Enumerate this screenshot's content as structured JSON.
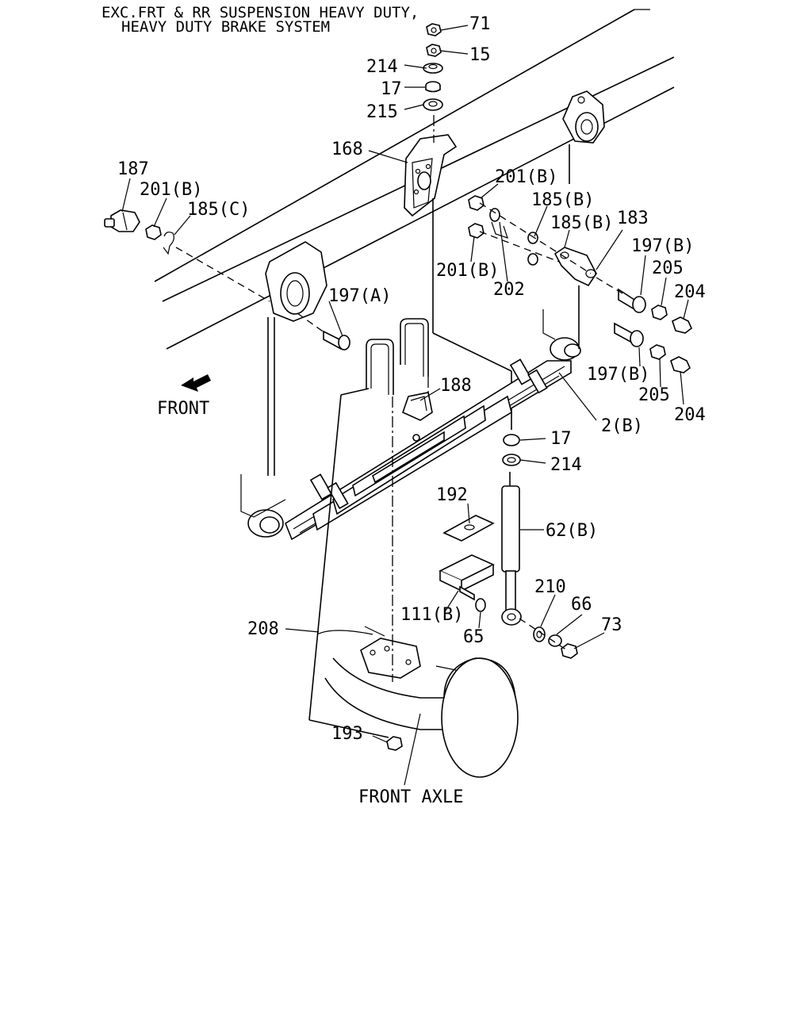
{
  "header": {
    "line1": "EXC.FRT & RR SUSPENSION HEAVY DUTY,",
    "line2": "HEAVY DUTY BRAKE SYSTEM"
  },
  "notes": {
    "front": "FRONT",
    "front_axle": "FRONT AXLE"
  },
  "callouts": [
    "71",
    "15",
    "214",
    "17",
    "215",
    "168",
    "187",
    "201(B)",
    "185(C)",
    "201(B)",
    "185(B)",
    "185(B)",
    "183",
    "201(B)",
    "202",
    "197(B)",
    "205",
    "204",
    "197(A)",
    "188",
    "197(B)",
    "205",
    "204",
    "2(B)",
    "17",
    "214",
    "192",
    "62(B)",
    "210",
    "66",
    "73",
    "111(B)",
    "65",
    "208",
    "193"
  ]
}
